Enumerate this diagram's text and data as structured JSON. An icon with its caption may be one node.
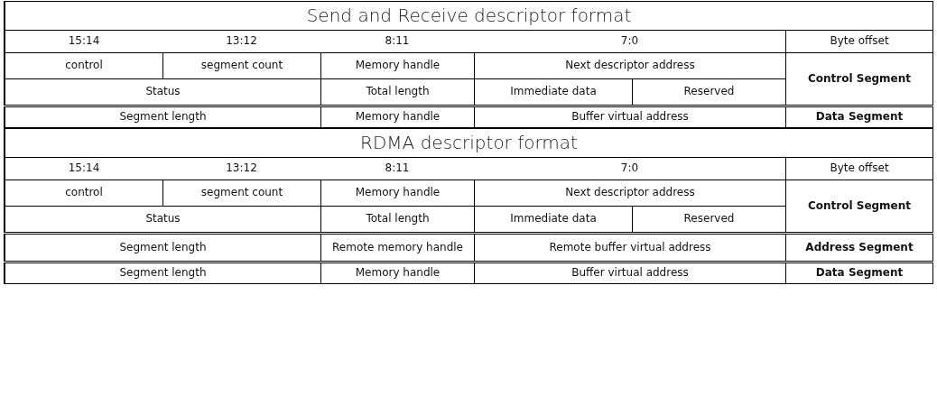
{
  "diagram": {
    "labels": [
      "Send and Receive descriptor format",
      "15:14",
      "13:12",
      "8:11",
      "7:0",
      "Byte offset",
      "control",
      "segment count",
      "Memory handle",
      "Next descriptor address",
      "Control Segment",
      "Status",
      "Total length",
      "Immediate data",
      "Reserved",
      "Segment length",
      "Memory handle",
      "Buffer virtual address",
      "Data Segment",
      "RDMA descriptor format",
      "15:14",
      "13:12",
      "8:11",
      "7:0",
      "Byte offset",
      "control",
      "segment count",
      "Memory handle",
      "Next descriptor address",
      "Control Segment",
      "Status",
      "Total length",
      "Immediate data",
      "Reserved",
      "Segment length",
      "Remote memory handle",
      "Remote buffer virtual address",
      "Address Segment",
      "Segment length",
      "Memory handle",
      "Buffer virtual address",
      "Data Segment"
    ]
  }
}
